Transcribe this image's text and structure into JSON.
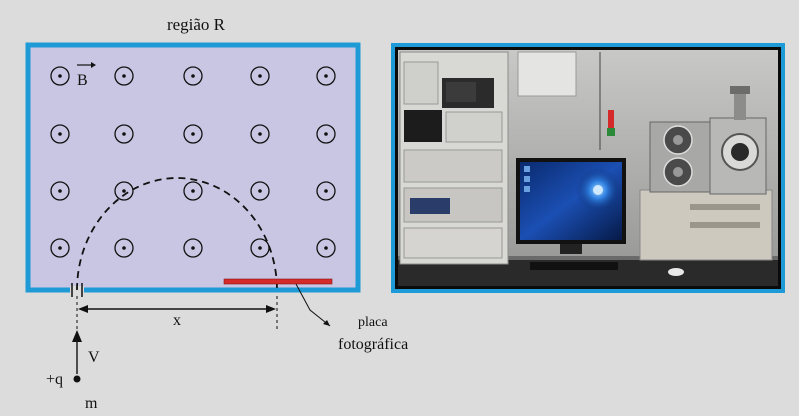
{
  "diagram": {
    "region_label": "região R",
    "field_label": "B",
    "distance_label": "x",
    "velocity_label": "V",
    "charge_label": "+q",
    "mass_label": "m",
    "plate_label_line1": "placa",
    "plate_label_line2": "fotográfica",
    "colors": {
      "region_fill": "#c9c6e3",
      "region_border": "#1e9ad6",
      "plate": "#d42a2a",
      "photo_border": "#1e9ad6",
      "background": "#dcdcdc"
    },
    "field_symbol_rows": 4,
    "field_symbol_cols": 5
  },
  "photo": {
    "subject": "mass-spectrometer-lab-equipment"
  }
}
